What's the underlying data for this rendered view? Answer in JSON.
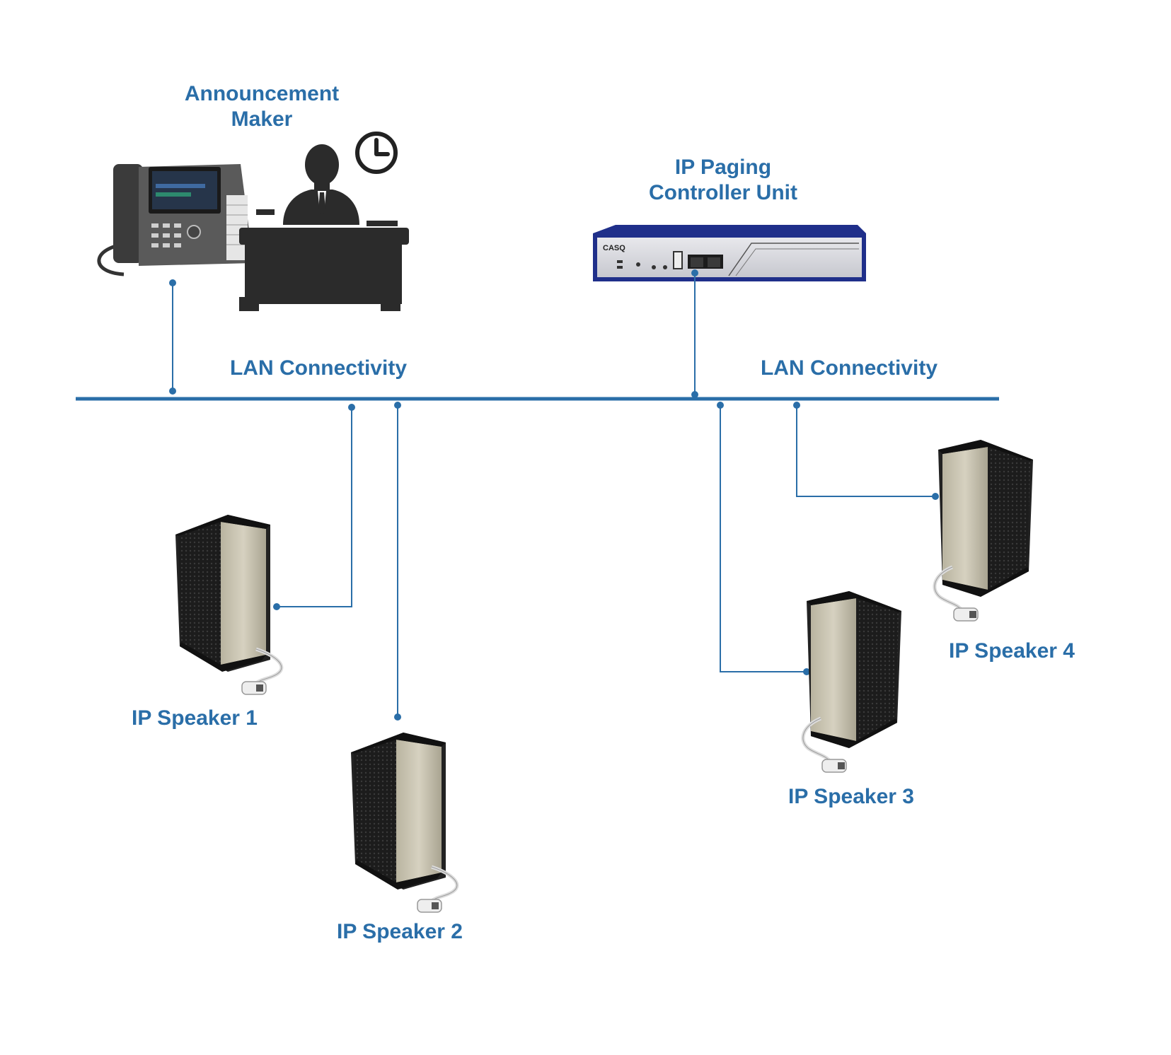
{
  "labels": {
    "announcement_maker_line1": "Announcement",
    "announcement_maker_line2": "Maker",
    "controller_line1": "IP Paging",
    "controller_line2": "Controller Unit",
    "lan_left": "LAN Connectivity",
    "lan_right": "LAN Connectivity",
    "speaker1": "IP Speaker 1",
    "speaker2": "IP Speaker 2",
    "speaker3": "IP Speaker 3",
    "speaker4": "IP Speaker 4"
  },
  "device": {
    "brand": "CASQ"
  },
  "colors": {
    "line": "#2a6ea8",
    "text": "#2a6ea8",
    "silhouette": "#2b2b2b",
    "controller_frame": "#1f2f8a",
    "speaker_body": "#c9c4b2",
    "speaker_grille": "#1c1c1c"
  },
  "icons": [
    "desk-phone-icon",
    "office-worker-icon",
    "clock-icon",
    "paging-controller-icon",
    "ip-speaker-icon"
  ]
}
